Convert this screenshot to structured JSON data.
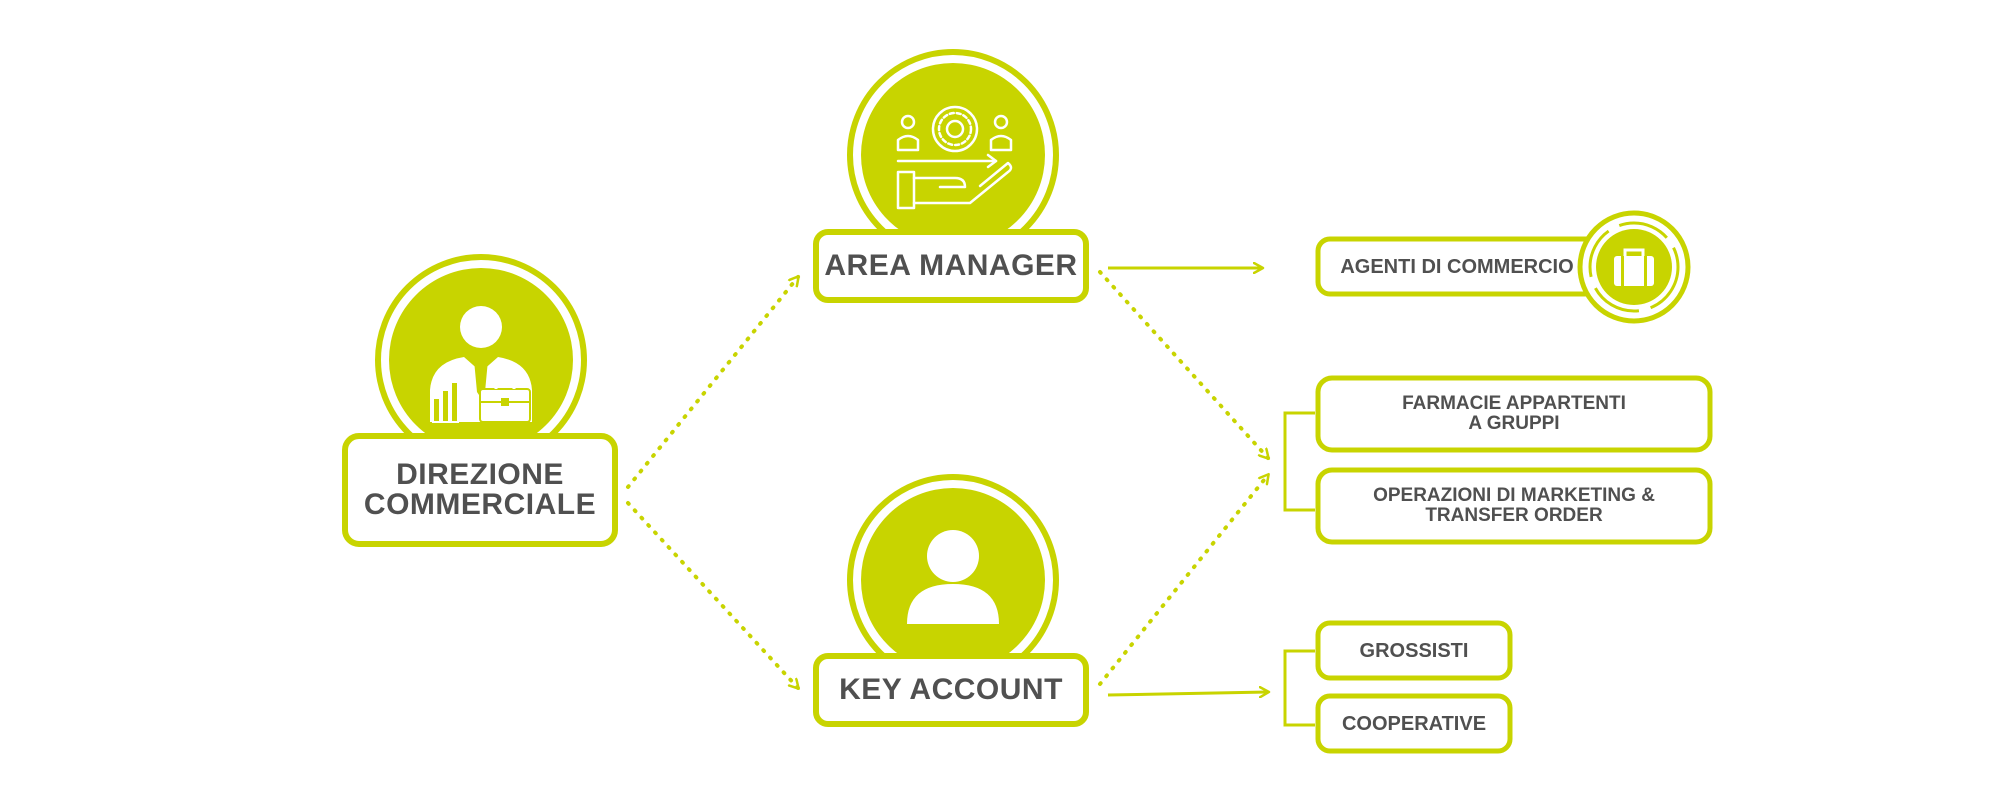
{
  "colors": {
    "accent": "#c8d400",
    "text": "#505050",
    "background": "#ffffff"
  },
  "nodes": {
    "direzione": {
      "line1": "DIREZIONE",
      "line2": "COMMERCIALE",
      "icon": "businessman-with-chart-and-briefcase-icon"
    },
    "area_manager": {
      "label": "AREA MANAGER",
      "icon": "team-gear-hand-icon"
    },
    "key_account": {
      "label": "KEY ACCOUNT",
      "icon": "user-icon"
    },
    "agenti": {
      "label": "AGENTI DI COMMERCIO",
      "icon": "briefcase-icon"
    },
    "farmacie": {
      "line1": "FARMACIE APPARTENTI",
      "line2": "A GRUPPI"
    },
    "operazioni": {
      "line1": "OPERAZIONI DI MARKETING &",
      "line2": "TRANSFER ORDER"
    },
    "grossisti": {
      "label": "GROSSISTI"
    },
    "cooperative": {
      "label": "COOPERATIVE"
    }
  },
  "connections": [
    {
      "from": "DIREZIONE COMMERCIALE",
      "to": "AREA MANAGER",
      "style": "dotted"
    },
    {
      "from": "DIREZIONE COMMERCIALE",
      "to": "KEY ACCOUNT",
      "style": "dotted"
    },
    {
      "from": "AREA MANAGER",
      "to": "AGENTI DI COMMERCIO",
      "style": "solid"
    },
    {
      "from": "AREA MANAGER",
      "to": "FARMACIE APPARTENTI A GRUPPI / OPERAZIONI DI MARKETING & TRANSFER ORDER",
      "style": "dotted"
    },
    {
      "from": "KEY ACCOUNT",
      "to": "FARMACIE APPARTENTI A GRUPPI / OPERAZIONI DI MARKETING & TRANSFER ORDER",
      "style": "dotted"
    },
    {
      "from": "KEY ACCOUNT",
      "to": "GROSSISTI / COOPERATIVE",
      "style": "solid"
    }
  ]
}
